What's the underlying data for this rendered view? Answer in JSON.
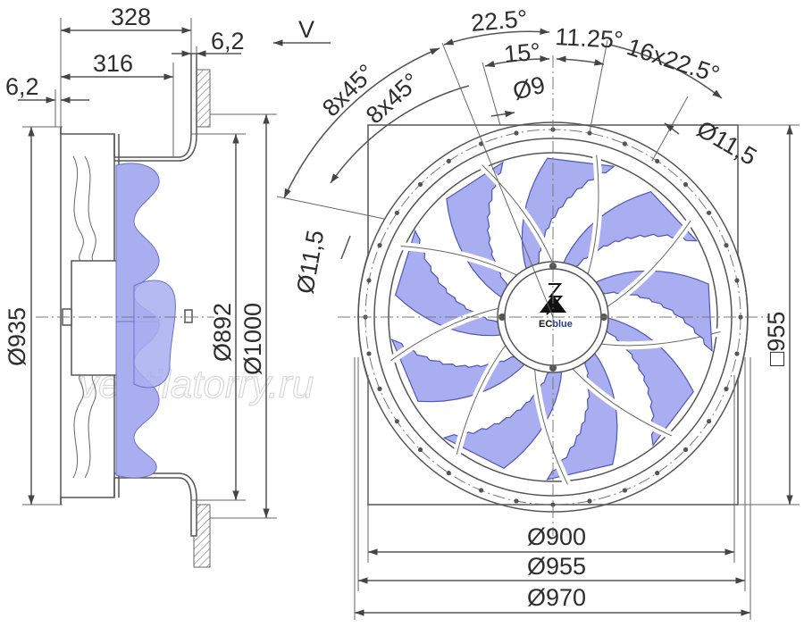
{
  "watermark": "ventilatorry.ru",
  "view_label": "V",
  "logo": {
    "brand": "ECblue",
    "brand_ec": "EC",
    "brand_rest": "blue",
    "color": "#2a3a8c"
  },
  "side_view": {
    "total_depth": "328",
    "inner_depth": "316",
    "flange_thickness_left": "6,2",
    "flange_thickness_right": "6,2",
    "diameter_outer": "Ø935",
    "diameter_inner": "Ø892",
    "diameter_nozzle": "Ø1000"
  },
  "front_view": {
    "angle_top_left": "22.5°",
    "angle_small": "15°",
    "angle_right": "11.25°",
    "pattern_right": "16x22.5°",
    "pattern_outer_left": "8x45°",
    "pattern_inner_left": "8x45°",
    "hole_small": "Ø9",
    "hole_right": "Ø11,5",
    "hole_left": "Ø11,5",
    "square_size": "□955",
    "diameter_1": "Ø900",
    "diameter_2": "Ø955",
    "diameter_3": "Ø970"
  },
  "colors": {
    "blade_fill": "#a9aef0",
    "blade_stroke": "#4e56b8",
    "line": "#555555",
    "text": "#2e2e2e"
  }
}
